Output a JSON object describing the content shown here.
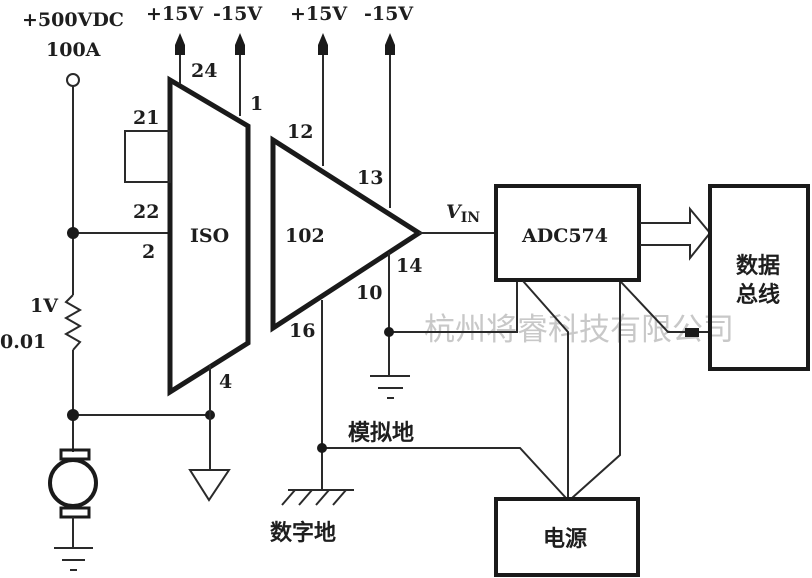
{
  "watermark": "杭州将睿科技有限公司",
  "source": {
    "voltage": "+500VDC",
    "current": "100A"
  },
  "shunt": {
    "voltage": "1V",
    "resistance": "0.01"
  },
  "iso": {
    "name": "ISO",
    "pins": {
      "p24": "24",
      "p1": "1",
      "p21": "21",
      "p22": "22",
      "p2": "2",
      "p4": "4"
    },
    "supply_pos": "+15V",
    "supply_neg": "-15V"
  },
  "amp": {
    "name": "102",
    "pins": {
      "p12": "12",
      "p13": "13",
      "p14": "14",
      "p10": "10",
      "p16": "16"
    },
    "supply_pos": "+15V",
    "supply_neg": "-15V"
  },
  "vin": {
    "main": "V",
    "sub": "IN"
  },
  "adc": {
    "name": "ADC574"
  },
  "bus": {
    "line1": "数据",
    "line2": "总线"
  },
  "power": {
    "name": "电源"
  },
  "grounds": {
    "analog": "模拟地",
    "digital": "数字地"
  }
}
